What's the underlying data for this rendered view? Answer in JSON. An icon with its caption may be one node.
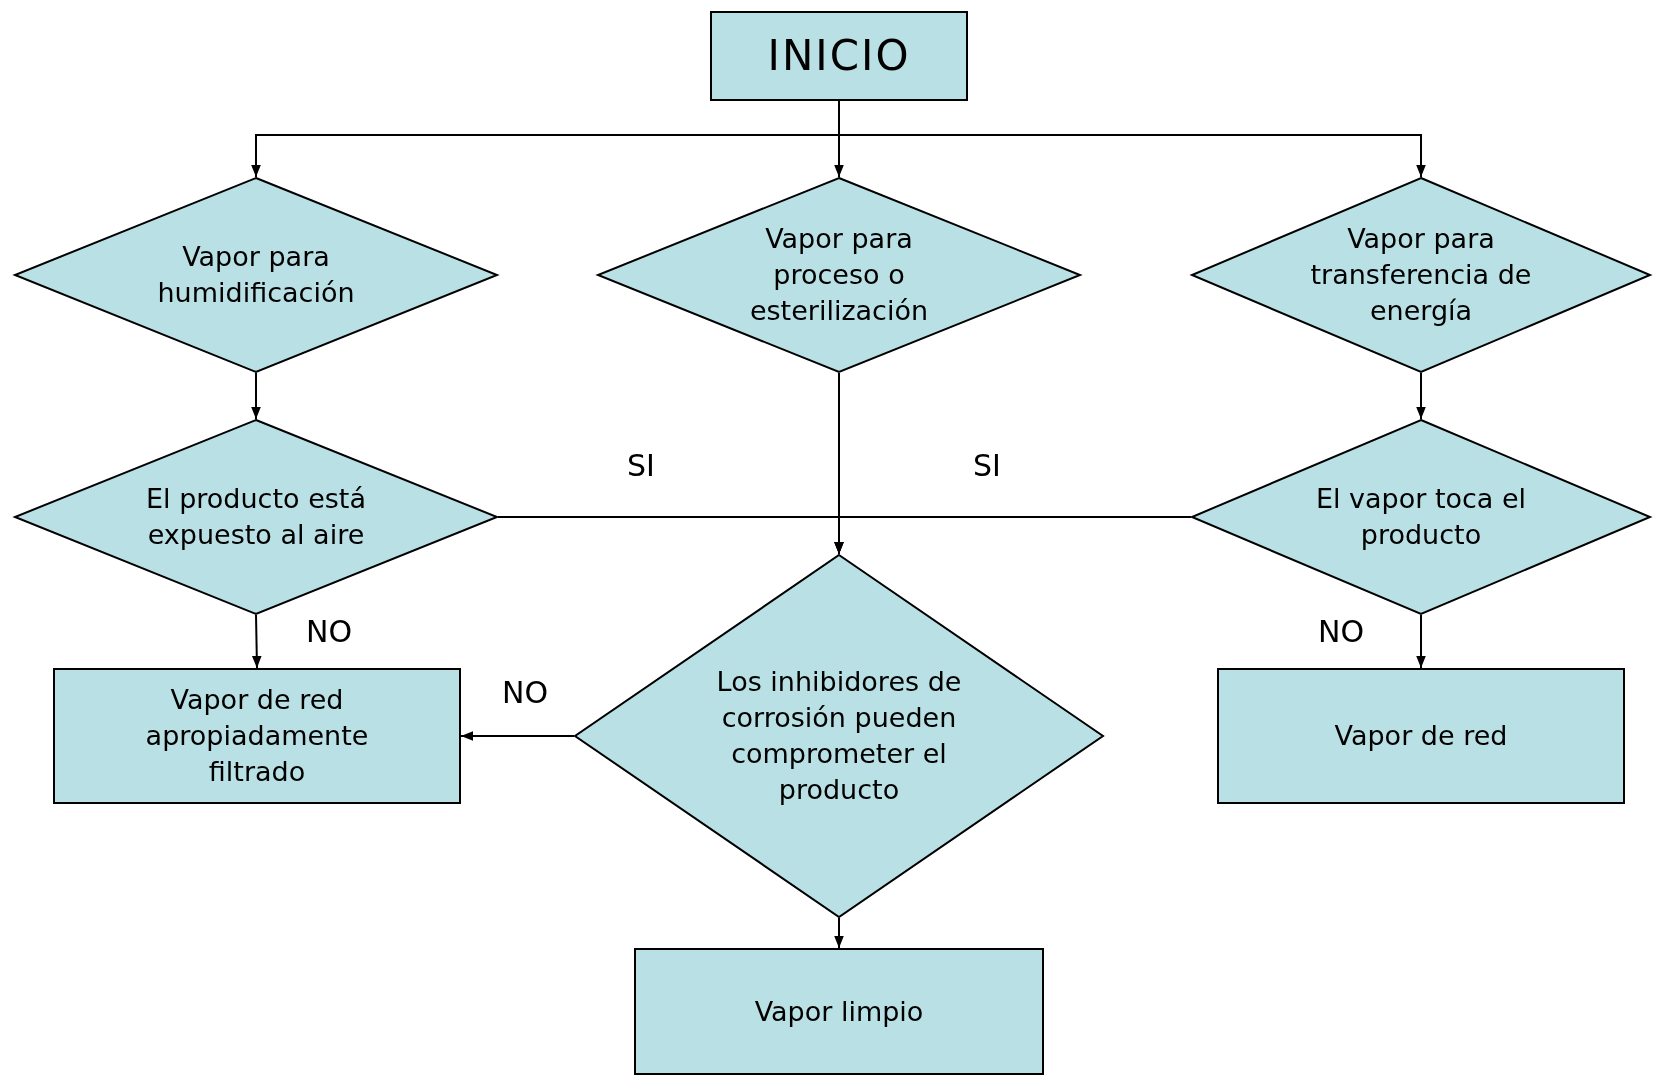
{
  "diagram": {
    "nodes": [
      {
        "text": [
          "INICIO"
        ]
      },
      {
        "text": [
          "Vapor para humidificación"
        ]
      },
      {
        "text": [
          "Vapor para proceso o esterilización"
        ]
      },
      {
        "text": [
          "Vapor para transferencia de energía"
        ]
      },
      {
        "text": [
          "El producto está expuesto al aire"
        ]
      },
      {
        "text": [
          "El vapor toca el producto"
        ]
      },
      {
        "text": [
          "Los inhibidores de corrosión pueden comprometer el producto"
        ]
      },
      {
        "text": [
          "Vapor de red apropiadamente filtrado"
        ]
      },
      {
        "text": [
          "Vapor de red"
        ]
      },
      {
        "text": [
          "Vapor limpio"
        ]
      }
    ],
    "edges": [
      {
        "from": 0,
        "to": 1,
        "arrow": "to"
      },
      {
        "from": 0,
        "to": 2,
        "arrow": "to"
      },
      {
        "from": 0,
        "to": 3,
        "arrow": "to"
      },
      {
        "from": 1,
        "to": 4,
        "arrow": "to"
      },
      {
        "from": 3,
        "to": 5,
        "arrow": "to"
      },
      {
        "from": 2,
        "to": 6,
        "arrow": "to"
      },
      {
        "from": 4,
        "to": 6,
        "arrow": "to",
        "label": "SI"
      },
      {
        "from": 5,
        "to": 6,
        "arrow": "to",
        "label": "SI"
      },
      {
        "from": 4,
        "to": 7,
        "arrow": "to",
        "label": "NO"
      },
      {
        "from": 6,
        "to": 7,
        "arrow": "to",
        "label": "NO"
      },
      {
        "from": 5,
        "to": 8,
        "arrow": "to",
        "label": "NO"
      },
      {
        "from": 6,
        "to": 9,
        "arrow": "to"
      }
    ]
  }
}
